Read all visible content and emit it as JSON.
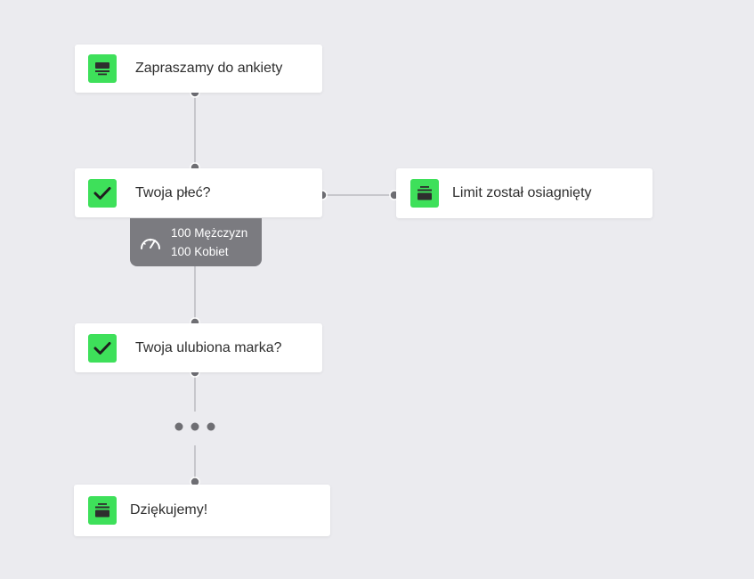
{
  "flow": {
    "nodes": [
      {
        "label": "Zapraszamy do ankiety",
        "icon": "welcome-page-icon"
      },
      {
        "label": "Twoja płeć?",
        "icon": "checkbox-checked-icon"
      },
      {
        "label": "Limit został osiagnięty",
        "icon": "end-page-icon"
      },
      {
        "label": "Twoja ulubiona marka?",
        "icon": "checkbox-checked-icon"
      },
      {
        "label": "Dziękujemy!",
        "icon": "end-page-icon"
      }
    ],
    "quota": {
      "icon": "speedometer-icon",
      "lines": [
        "100 Mężczyzn",
        "100 Kobiet"
      ]
    },
    "ellipsis_icon": "more-dots-icon"
  },
  "colors": {
    "background": "#ebebef",
    "card": "#ffffff",
    "accent": "#3ee05a",
    "connector": "#c7c7cc",
    "dot": "#6e6e73",
    "quota_bg": "#7b7b80"
  }
}
